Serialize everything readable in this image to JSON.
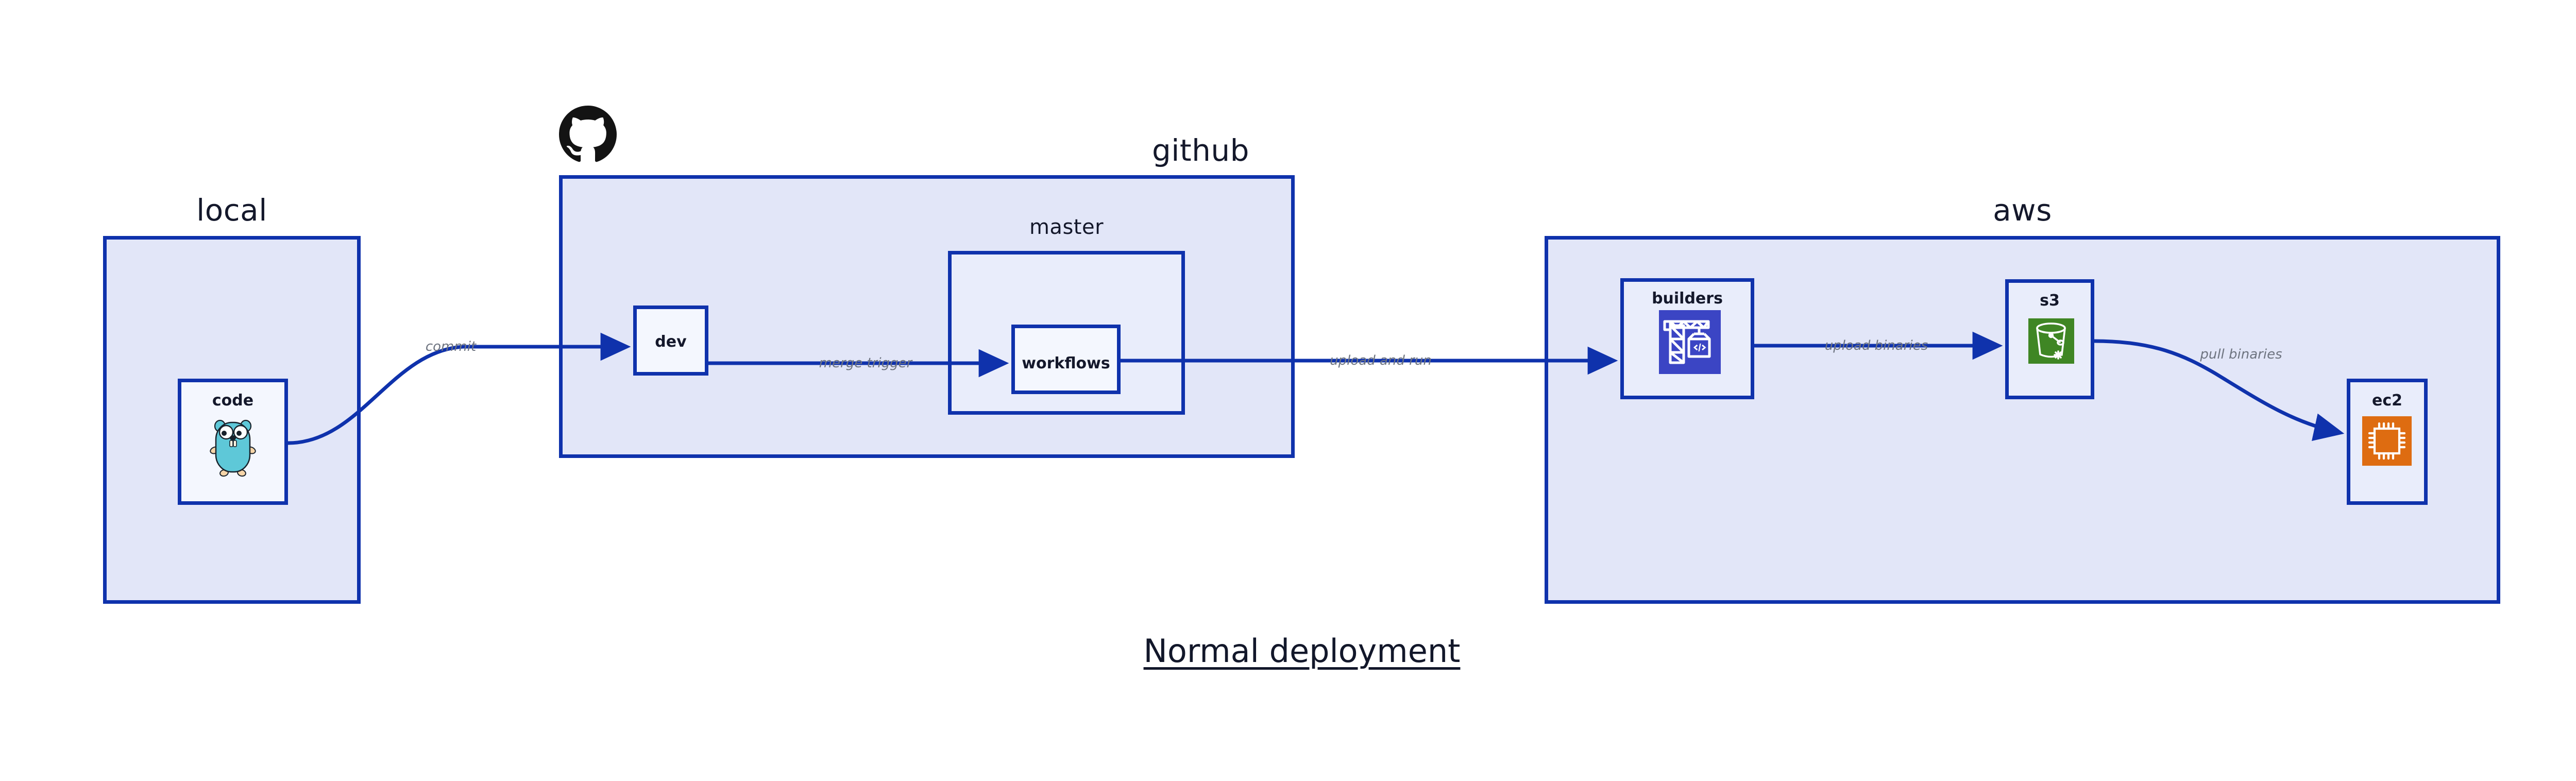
{
  "diagram": {
    "title": "Normal deployment",
    "background": "#ffffff",
    "accent_color": "#0f32ac",
    "group_fill": "#e2e6f8",
    "node_fill": "#e9edfb",
    "edge_label_color": "#6e7480"
  },
  "groups": [
    {
      "id": "local",
      "label": "local",
      "label_align": "center"
    },
    {
      "id": "github",
      "label": "github",
      "label_align": "right"
    },
    {
      "id": "aws",
      "label": "aws",
      "label_align": "right"
    }
  ],
  "nodes": [
    {
      "id": "code",
      "label": "code",
      "icon": "go-gopher-icon"
    },
    {
      "id": "dev",
      "label": "dev",
      "icon": null
    },
    {
      "id": "master",
      "label": "master",
      "icon": null
    },
    {
      "id": "workflows",
      "label": "workflows",
      "icon": null
    },
    {
      "id": "builders",
      "label": "builders",
      "icon": "aws-codebuild-crane-icon",
      "icon_color": "#3b45c4"
    },
    {
      "id": "s3",
      "label": "s3",
      "icon": "aws-s3-bucket-icon",
      "icon_color": "#3f8624"
    },
    {
      "id": "ec2",
      "label": "ec2",
      "icon": "aws-ec2-chip-icon",
      "icon_color": "#de6c11"
    }
  ],
  "edges": [
    {
      "id": "commit",
      "from": "code",
      "to": "dev",
      "label": "commit"
    },
    {
      "id": "merge-trigger",
      "from": "dev",
      "to": "workflows",
      "label": "merge trigger"
    },
    {
      "id": "upload-and-run",
      "from": "workflows",
      "to": "builders",
      "label": "upload and run"
    },
    {
      "id": "upload-binaries",
      "from": "builders",
      "to": "s3",
      "label": "upload binaries"
    },
    {
      "id": "pull-binaries",
      "from": "s3",
      "to": "ec2",
      "label": "pull binaries"
    }
  ],
  "logos": [
    {
      "id": "github-logo",
      "name": "github-octocat-icon"
    }
  ]
}
